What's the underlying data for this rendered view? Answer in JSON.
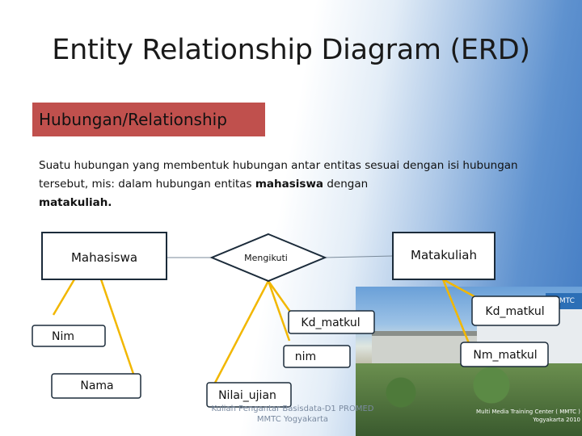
{
  "slide": {
    "title": "Entity Relationship Diagram (ERD)",
    "subheading": "Hubungan/Relationship",
    "description": {
      "part1": "Suatu hubungan yang membentuk hubungan antar entitas sesuai dengan isi hubungan tersebut, mis: dalam hubungan entitas ",
      "bold1": "mahasiswa",
      "part2": " dengan ",
      "bold2": "matakuliah."
    },
    "footer": {
      "line1": "Kuliah Pengantar Basisdata-D1 PROMED",
      "line2": "MMTC Yogyakarta"
    },
    "photo_caption": {
      "line1": "Multi Media Training Center ( MMTC )",
      "line2": "Yogyakarta 2010",
      "sign": "MMTC"
    }
  },
  "erd": {
    "entities": {
      "mahasiswa": "Mahasiswa",
      "matakuliah": "Matakuliah"
    },
    "relationship": "Mengikuti",
    "attributes": {
      "nim_mahasiswa": "Nim",
      "nama": "Nama",
      "kd_matkul_rel": "Kd_matkul",
      "nim_rel": "nim",
      "nilai_ujian": "Nilai_ujian",
      "kd_matkul_mk": "Kd_matkul",
      "nm_matkul": "Nm_matkul"
    },
    "colors": {
      "connector": "#f2b700",
      "entity_border": "#1b2b3a",
      "attribute_fill": "#ffffff"
    }
  }
}
